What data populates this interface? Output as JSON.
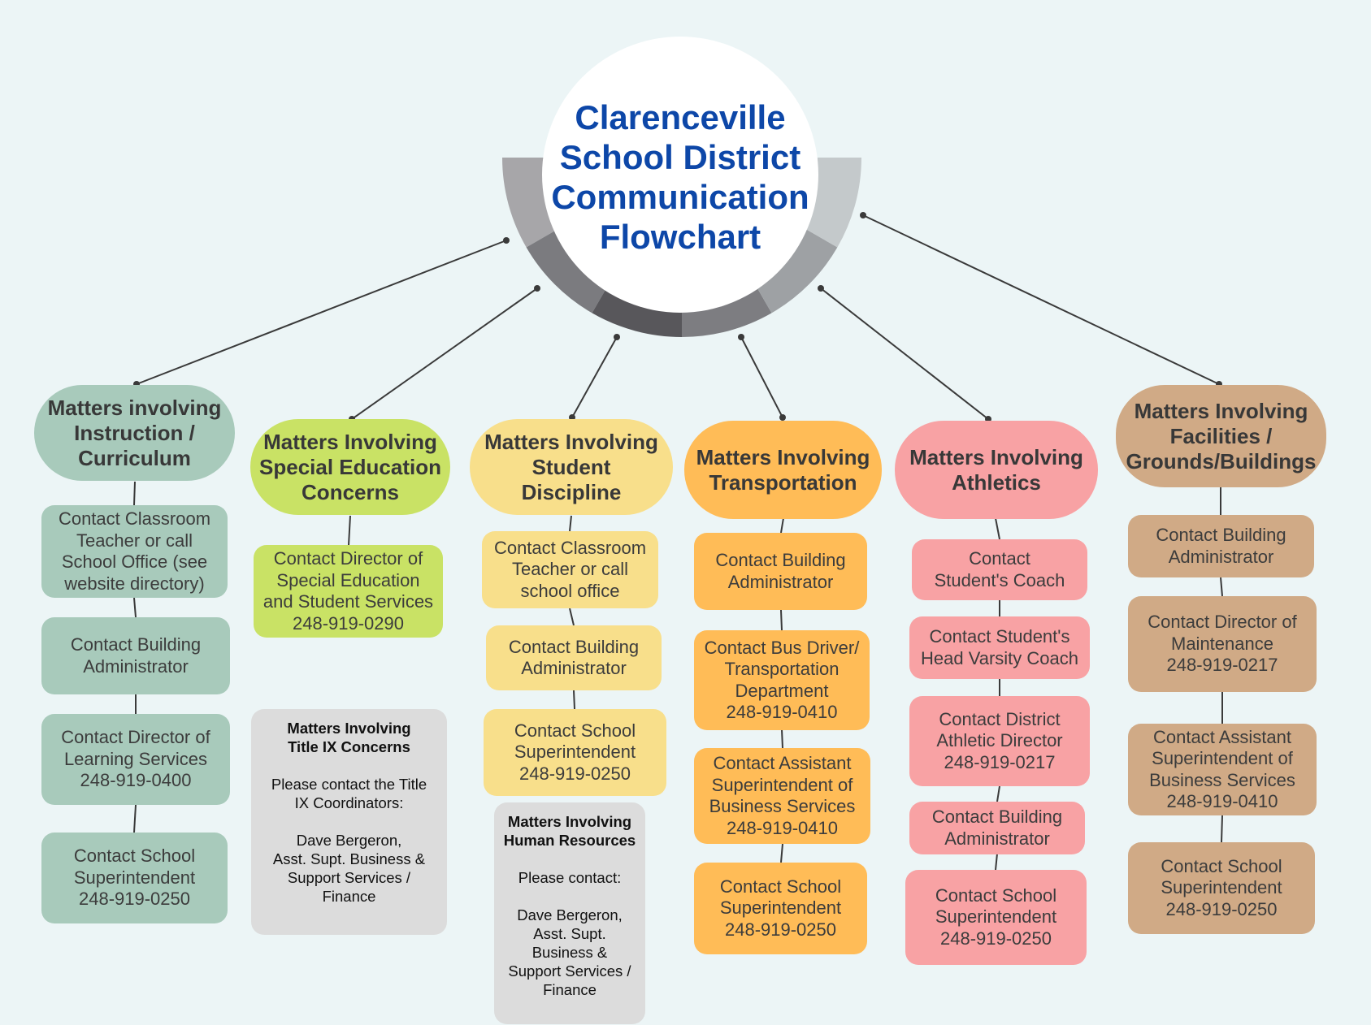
{
  "title": "Clarenceville\nSchool District\nCommunication\nFlowchart",
  "colors": {
    "background": "#ecf5f6",
    "title": "#0d47a8",
    "connector": "#3a3a3a",
    "info_box": "#dcdcdc",
    "ring_segments": [
      "#a7a6a9",
      "#7b7b7f",
      "#58575b",
      "#7d7d81",
      "#9ea1a4",
      "#c4c9cb"
    ]
  },
  "columns": [
    {
      "id": "instruction",
      "color": "#a8cabb",
      "header": "Matters involving\nInstruction /\nCurriculum",
      "steps": [
        "Contact Classroom\nTeacher or call\nSchool Office (see\nwebsite directory)",
        "Contact Building\nAdministrator",
        "Contact Director of\nLearning Services\n248-919-0400",
        "Contact School\nSuperintendent\n248-919-0250"
      ]
    },
    {
      "id": "special-education",
      "color": "#c9e265",
      "header": "Matters Involving\nSpecial Education\nConcerns",
      "steps": [
        "Contact Director of\nSpecial Education\nand Student Services\n248-919-0290"
      ]
    },
    {
      "id": "student-discipline",
      "color": "#f8df8b",
      "header": "Matters Involving\nStudent\nDiscipline",
      "steps": [
        "Contact Classroom\nTeacher or call\nschool office",
        "Contact Building\nAdministrator",
        "Contact School\nSuperintendent\n248-919-0250"
      ]
    },
    {
      "id": "transportation",
      "color": "#ffbc57",
      "header": "Matters Involving\nTransportation",
      "steps": [
        "Contact Building\nAdministrator",
        "Contact Bus Driver/\nTransportation\nDepartment\n248-919-0410",
        "Contact Assistant\nSuperintendent of\nBusiness Services\n248-919-0410",
        "Contact School\nSuperintendent\n248-919-0250"
      ]
    },
    {
      "id": "athletics",
      "color": "#f8a2a4",
      "header": "Matters Involving\nAthletics",
      "steps": [
        "Contact\nStudent's Coach",
        "Contact Student's\nHead Varsity Coach",
        "Contact District\nAthletic Director\n248-919-0217",
        "Contact Building\nAdministrator",
        "Contact School\nSuperintendent\n248-919-0250"
      ]
    },
    {
      "id": "facilities",
      "color": "#d0aa86",
      "header": "Matters Involving\nFacilities /\nGrounds/Buildings",
      "steps": [
        "Contact Building\nAdministrator",
        "Contact Director of\nMaintenance\n248-919-0217",
        "Contact Assistant\nSuperintendent of\nBusiness Services\n248-919-0410",
        "Contact School\nSuperintendent\n248-919-0250"
      ]
    }
  ],
  "info_boxes": [
    {
      "id": "title-ix",
      "title": "Matters Involving\nTitle IX Concerns",
      "body": "Please contact the Title\nIX Coordinators:\n\nDave Bergeron,\nAsst. Supt. Business &\nSupport Services /\nFinance"
    },
    {
      "id": "human-resources",
      "title": "Matters Involving\nHuman Resources",
      "body": "Please contact:\n\nDave Bergeron,\nAsst. Supt.\nBusiness &\nSupport Services /\nFinance"
    }
  ]
}
